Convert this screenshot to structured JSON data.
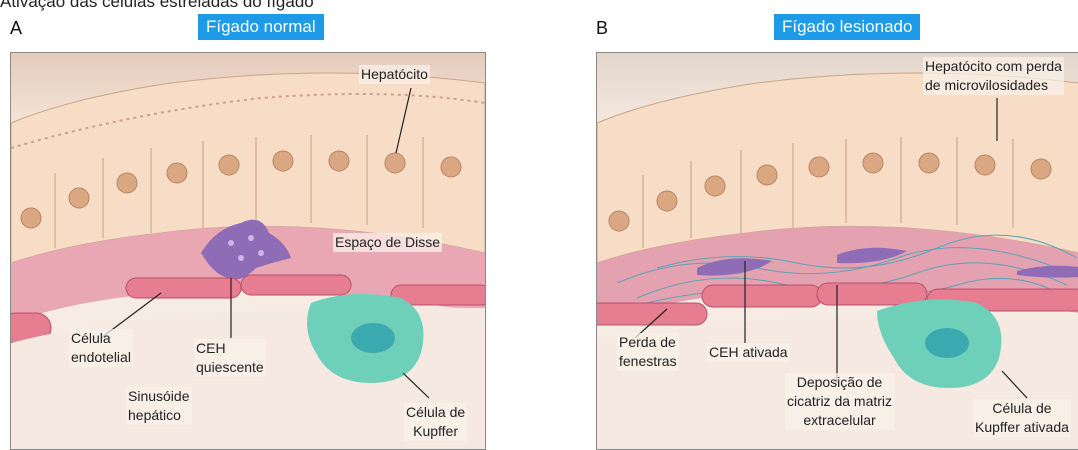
{
  "caption": "Ativação das células estreladas do fígado",
  "panel_a": {
    "letter": "A",
    "title": "Fígado normal",
    "labels": {
      "hepatocyte": "Hepatócito",
      "disse": "Espaço de Disse",
      "endothelial": "Célula\nendotelial",
      "ceh": "CEH\nquiescente",
      "sinusoid": "Sinusóide\nhepático",
      "kupffer": "Célula de\nKupffer"
    }
  },
  "panel_b": {
    "letter": "B",
    "title": "Fígado  lesionado",
    "labels": {
      "hepatocyte": "Hepatócito com perda\nde microvilosidades",
      "fenestrae": "Perda de\nfenestras",
      "ceh": "CEH ativada",
      "scar": "Deposição de\ncicatriz da matriz\nextracelular",
      "kupffer": "Célula de\nKupffer ativada"
    }
  },
  "colors": {
    "title_bg": "#1e9be8",
    "hepatocyte": "#f7dcc6",
    "nucleus": "#d9a882",
    "disse": "#e9a6b3",
    "endothelial": "#e77d90",
    "kupffer": "#6fd0b9",
    "ceh": "#8e6cb6"
  }
}
